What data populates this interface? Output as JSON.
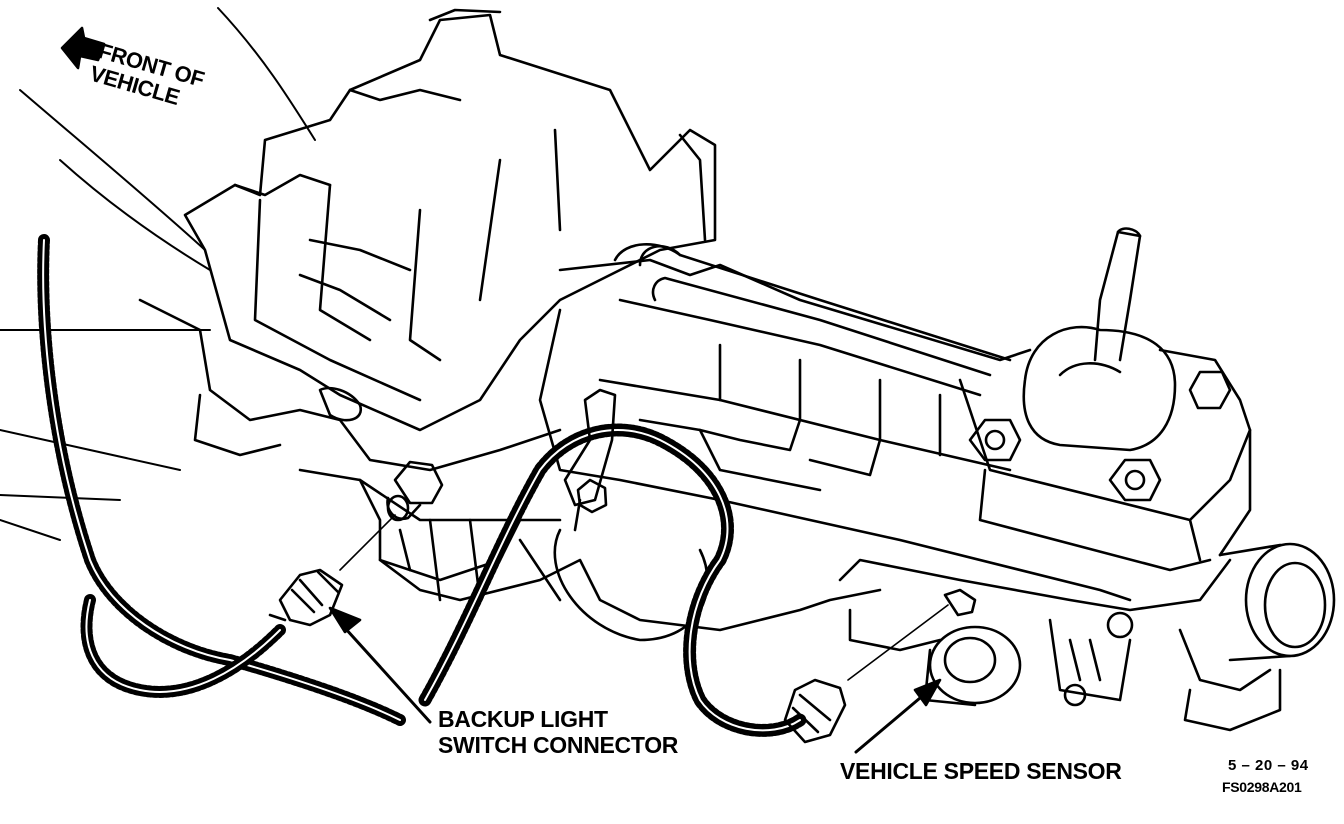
{
  "labels": {
    "front_line1": "FRONT OF",
    "front_line2": "VEHICLE",
    "backup_line1": "BACKUP LIGHT",
    "backup_line2": "SWITCH CONNECTOR",
    "vss": "VEHICLE SPEED SENSOR",
    "date": "5 – 20 – 94",
    "code": "FS0298A201"
  },
  "colors": {
    "ink": "#000000",
    "paper": "#ffffff"
  },
  "icons": {
    "front_arrow": "arrow-up-left-icon",
    "backup_arrow": "arrow-icon",
    "vss_arrow": "arrow-icon"
  }
}
